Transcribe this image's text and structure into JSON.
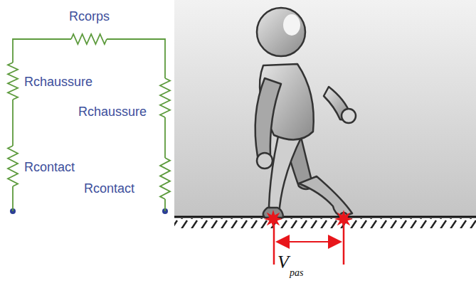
{
  "diagram": {
    "labels": [
      "Rcorps",
      "Rchaussure",
      "Rchaussure",
      "Rcontact",
      "Rcontact",
      "V",
      "pas"
    ]
  }
}
